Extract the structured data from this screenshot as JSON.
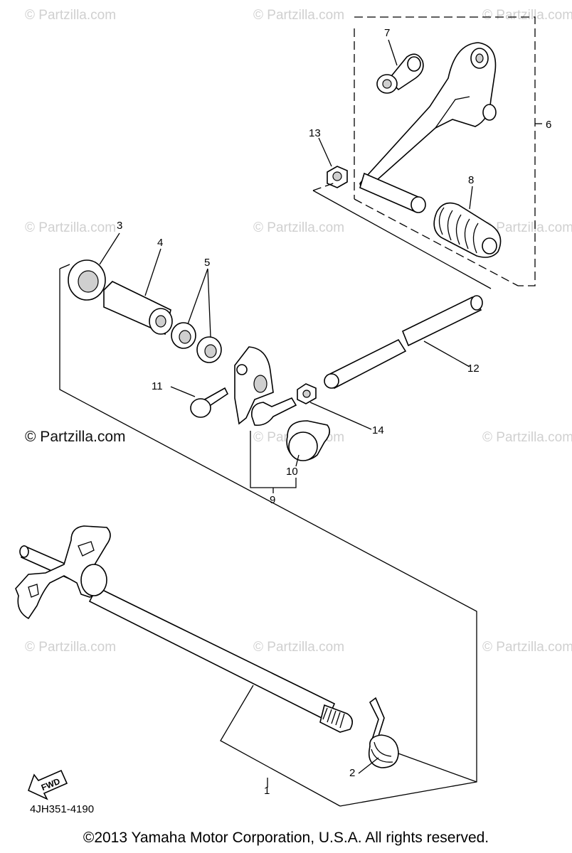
{
  "watermarks": [
    "© Partzilla.com",
    "© Partzilla.com",
    "© Partzilla.com",
    "© Partzilla.com",
    "© Partzilla.com",
    "© Partzilla.com",
    "© Partzilla.com",
    "© Partzilla.com",
    "© Partzilla.com",
    "© Partzilla.com",
    "© Partzilla.com"
  ],
  "watermark_prominent": "© Partzilla.com",
  "callouts": {
    "c1": "1",
    "c2": "2",
    "c3": "3",
    "c4": "4",
    "c5": "5",
    "c6": "6",
    "c7": "7",
    "c8": "8",
    "c9": "9",
    "c10": "10",
    "c11": "11",
    "c12": "12",
    "c13": "13",
    "c14": "14"
  },
  "fwd_label": "FWD",
  "diagram_code": "4JH351-4190",
  "copyright": "©2013  Yamaha Motor Corporation, U.S.A. All rights reserved."
}
